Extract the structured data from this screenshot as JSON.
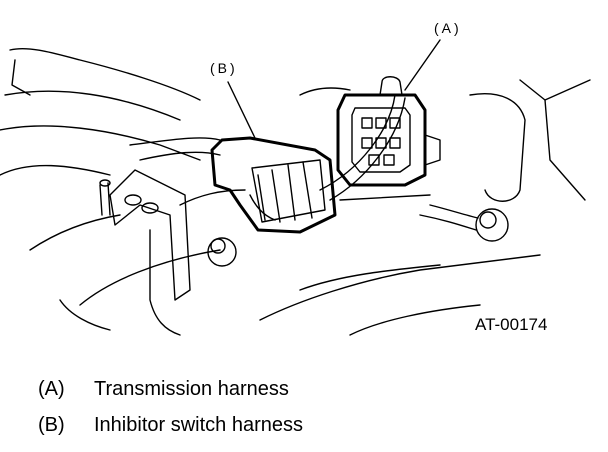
{
  "callouts": {
    "a": "(A)",
    "b": "(B)"
  },
  "figure_code": "AT-00174",
  "legend": [
    {
      "key": "(A)",
      "text": "Transmission harness"
    },
    {
      "key": "(B)",
      "text": "Inhibitor switch harness"
    }
  ]
}
